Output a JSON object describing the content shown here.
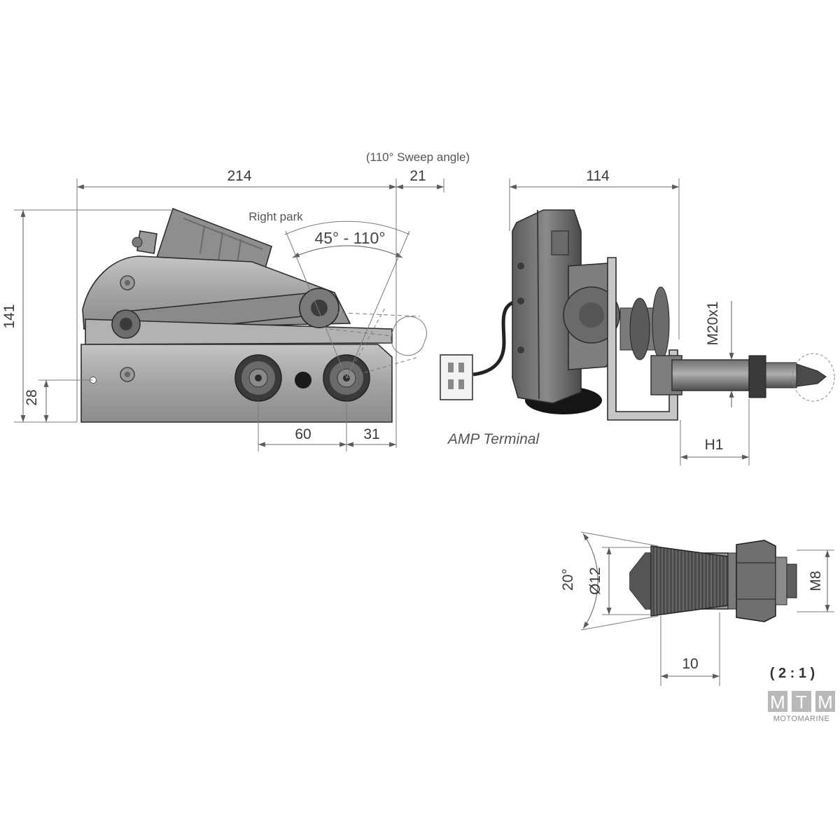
{
  "dimensions": {
    "overall_length": "214",
    "sweep_offset": "21",
    "height": "141",
    "base_height": "28",
    "spindle_spacing": "60",
    "spindle_to_end": "31",
    "side_depth": "114",
    "thread": "M20x1",
    "shaft_length": "H1",
    "taper_angle": "20°",
    "diameter": "Ø12",
    "nut_thread": "M8",
    "tip_length": "10"
  },
  "notes": {
    "sweep_angle": "(110° Sweep angle)",
    "right_park": "Right park",
    "sweep_range": "45° - 110°",
    "terminal": "AMP Terminal",
    "scale": "( 2 : 1 )"
  },
  "logo": {
    "letters": [
      "M",
      "T",
      "M"
    ],
    "brand": "MOTOMARINE",
    "color": "#b9b9b9"
  }
}
